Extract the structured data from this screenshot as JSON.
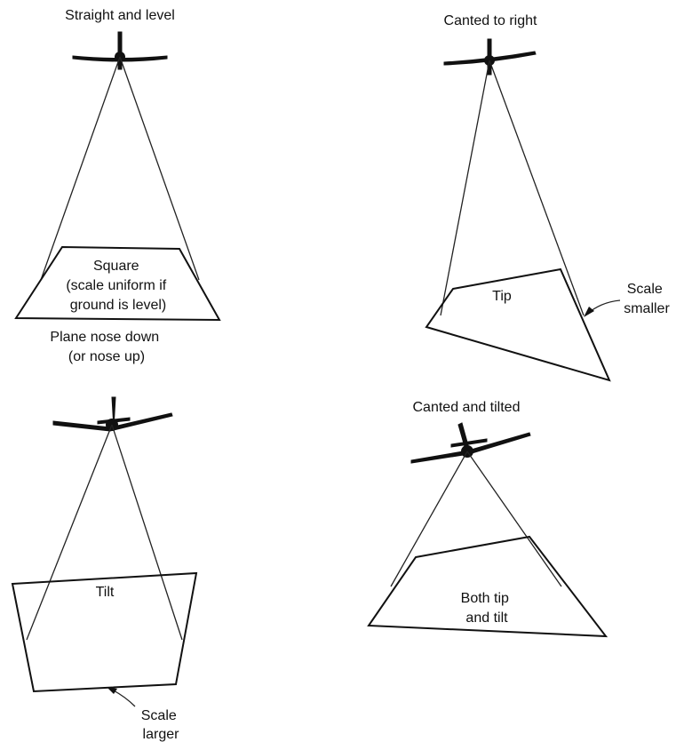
{
  "panels": {
    "level": {
      "title": "Straight and level",
      "shape_lines": [
        "Square",
        "(scale uniform if",
        "ground is level)"
      ]
    },
    "canted": {
      "title": "Canted to right",
      "shape_label": "Tip",
      "note_lines": [
        "Scale",
        "smaller"
      ]
    },
    "nose": {
      "title_lines": [
        "Plane nose down",
        "(or nose up)"
      ],
      "shape_label": "Tilt",
      "note_lines": [
        "Scale",
        "larger"
      ]
    },
    "both": {
      "title": "Canted and tilted",
      "shape_lines": [
        "Both tip",
        "and tilt"
      ]
    }
  },
  "colors": {
    "ink": "#111111",
    "paper": "#ffffff"
  }
}
